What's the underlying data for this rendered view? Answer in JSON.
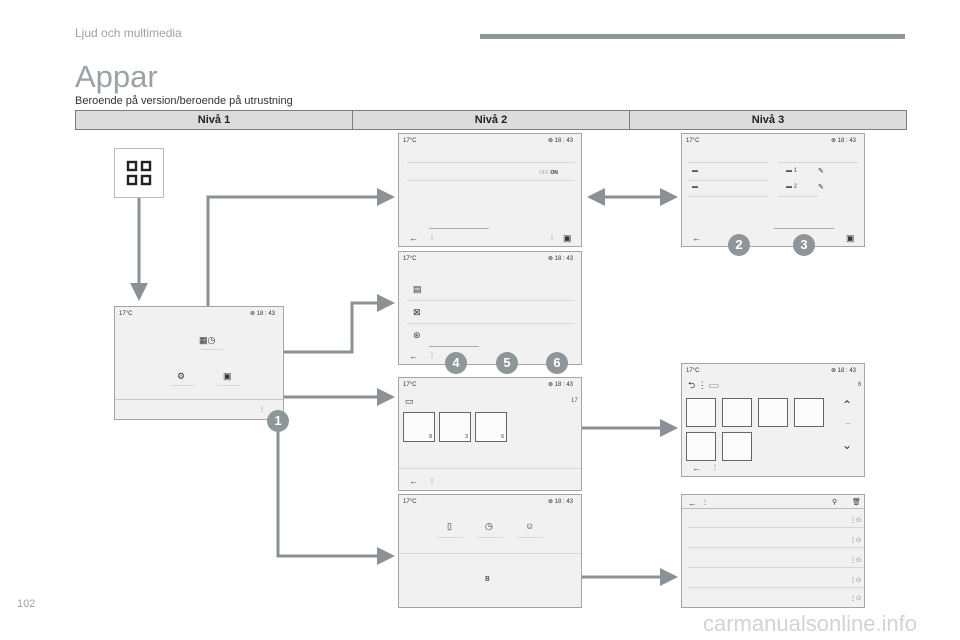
{
  "header": {
    "section": "Ljud och multimedia"
  },
  "title": "Appar",
  "subtitle": "Beroende på version/beroende på utrustning",
  "levels": [
    "Nivå 1",
    "Nivå 2",
    "Nivå 3"
  ],
  "status": {
    "temp": "17°C",
    "clock": "18 : 43"
  },
  "toggle": {
    "off": "OFF",
    "on": "ON"
  },
  "level3_list": {
    "item1_num": "1",
    "item2_num": "2"
  },
  "folder_count_top": "17",
  "folder_count_right": "6",
  "tiles": [
    "8",
    "3",
    "6"
  ],
  "badges": [
    "1",
    "2",
    "3",
    "4",
    "5",
    "6"
  ],
  "colors": {
    "accent": "#8e969a",
    "arrow": "#8a9296"
  },
  "page_number": "102",
  "watermark": "carmanualsonline.info"
}
